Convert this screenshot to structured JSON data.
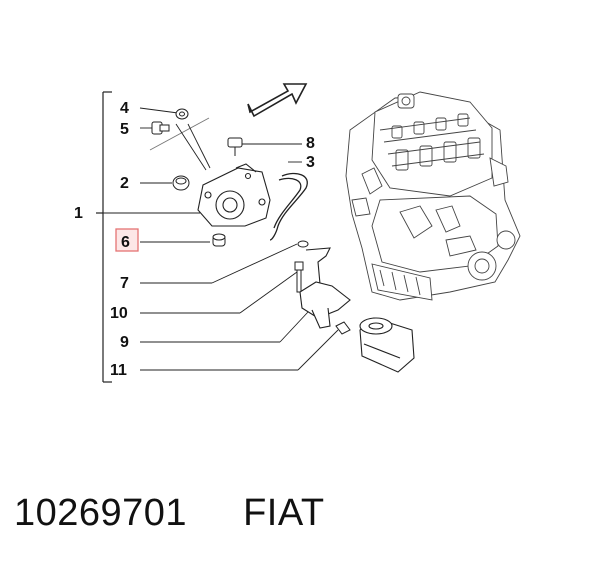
{
  "callouts": {
    "n1": "1",
    "n2": "2",
    "n3": "3",
    "n4": "4",
    "n5": "5",
    "n6": "6",
    "n7": "7",
    "n8": "8",
    "n9": "9",
    "n10": "10",
    "n11": "11"
  },
  "highlight_color": "#e57373",
  "caption": {
    "part_number": "10269701",
    "brand": "FIAT"
  }
}
